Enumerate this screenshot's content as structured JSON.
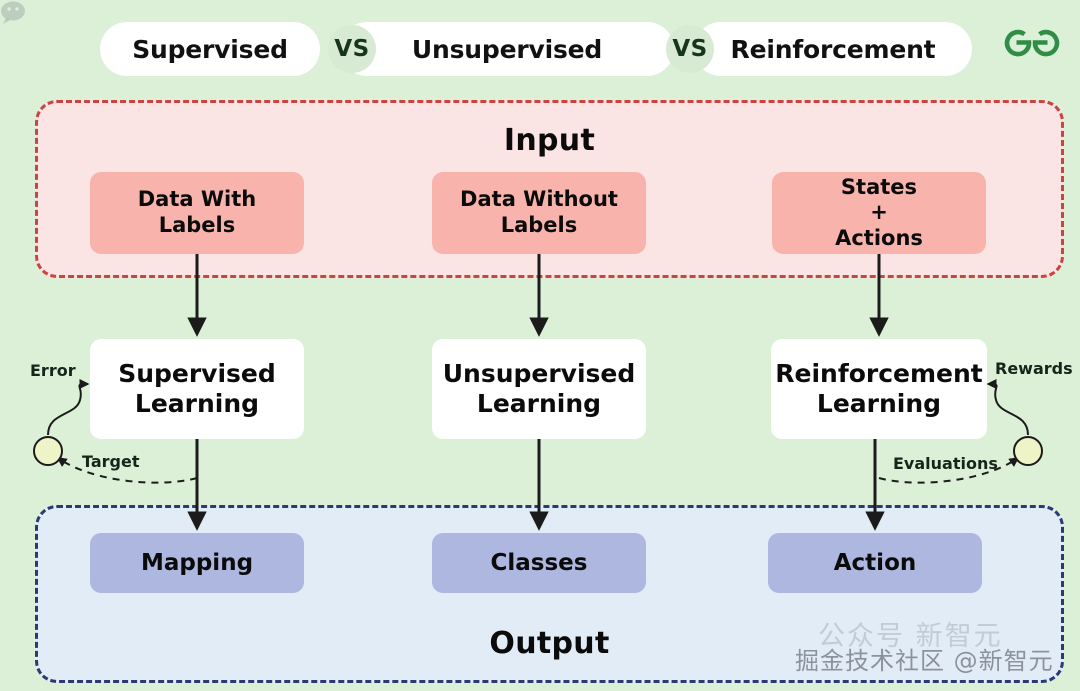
{
  "header": {
    "items": [
      {
        "label": "Supervised"
      },
      {
        "label": "Unsupervised"
      },
      {
        "label": "Reinforcement"
      }
    ],
    "separators": [
      {
        "label": "VS"
      },
      {
        "label": "VS"
      }
    ],
    "logo_name": "geeksforgeeks-logo"
  },
  "colors": {
    "page_background": "#dcf0d8",
    "input_panel_fill": "#fbe4e4",
    "input_panel_border": "#c9453e",
    "input_node_fill": "#f8b4ac",
    "mid_node_fill": "#ffffff",
    "output_panel_fill": "#e2ecf7",
    "output_panel_border": "#2b3a73",
    "output_node_fill": "#aeb7e0",
    "arrow": "#1b1b1b",
    "loop_node_fill": "#eff3c8",
    "logo_green": "#2f8d46",
    "vs_circle": "#d8ead4"
  },
  "input_section": {
    "title": "Input",
    "nodes": [
      {
        "label": "Data With\nLabels"
      },
      {
        "label": "Data Without\nLabels"
      },
      {
        "label": "States\n+\nActions"
      }
    ]
  },
  "middle_section": {
    "nodes": [
      {
        "label": "Supervised\nLearning"
      },
      {
        "label": "Unsupervised\nLearning"
      },
      {
        "label": "Reinforcement\nLearning"
      }
    ]
  },
  "output_section": {
    "title": "Output",
    "nodes": [
      {
        "label": "Mapping"
      },
      {
        "label": "Classes"
      },
      {
        "label": "Action"
      }
    ]
  },
  "feedback": {
    "left": {
      "in_label": "Error",
      "out_label": "Target"
    },
    "right": {
      "in_label": "Rewards",
      "out_label": "Evaluations"
    }
  },
  "watermarks": {
    "background_text": "公众号 新智元",
    "foreground_text": "掘金技术社区 @新智元"
  }
}
